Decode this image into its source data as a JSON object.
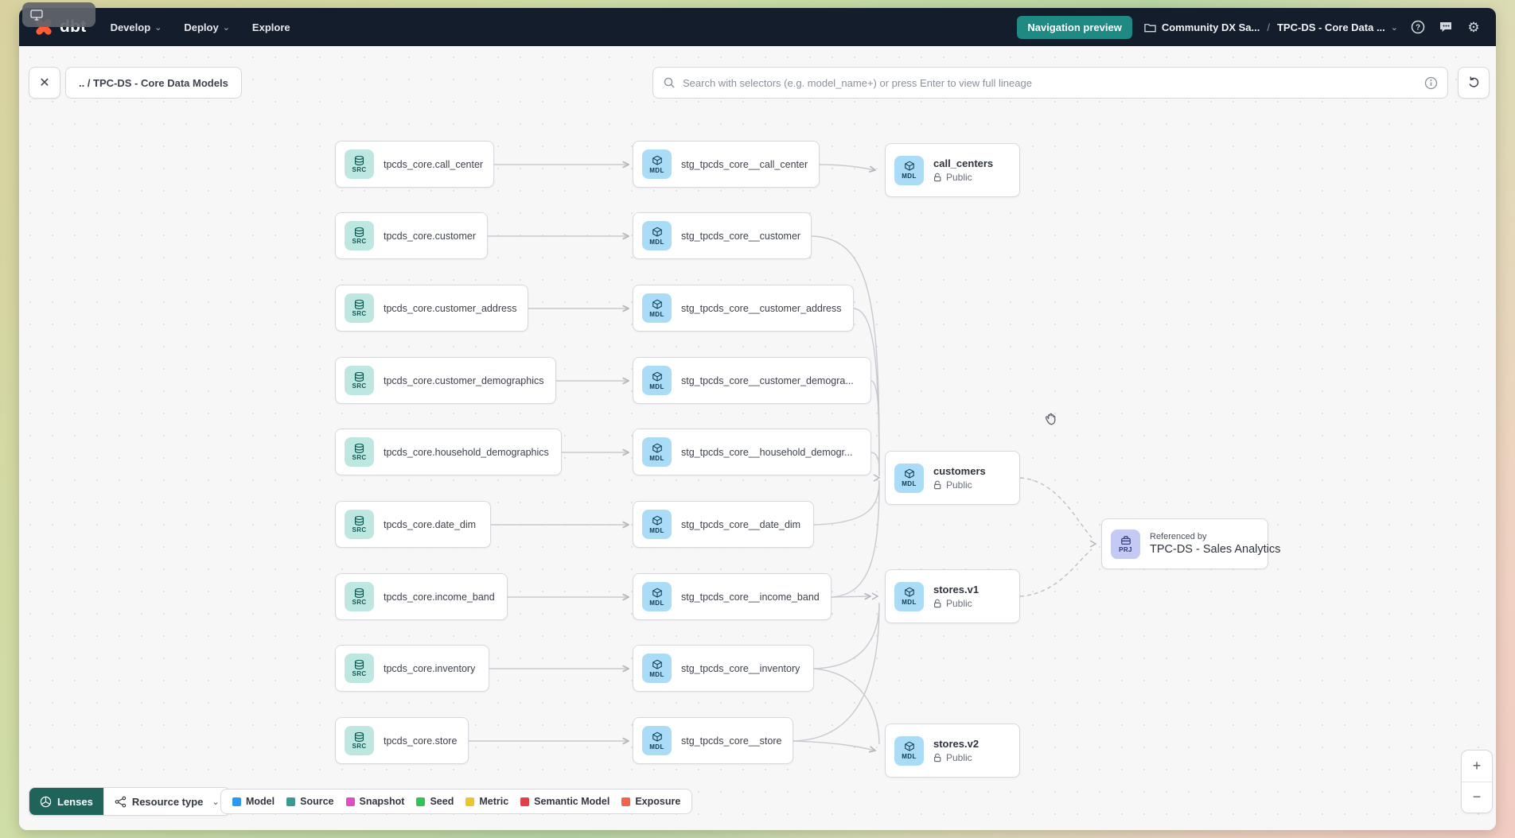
{
  "icons": {
    "close": "✕",
    "chevron_down": "⌄",
    "gear": "⚙",
    "breadcrumb_separator": "/"
  },
  "navbar": {
    "logo_text": "dbt",
    "menus": [
      {
        "label": "Develop",
        "has_chevron": true
      },
      {
        "label": "Deploy",
        "has_chevron": true
      },
      {
        "label": "Explore",
        "has_chevron": false
      }
    ],
    "preview_button_label": "Navigation preview",
    "account_label": "Community DX Sa...",
    "project_label": "TPC-DS - Core Data ..."
  },
  "toolbar": {
    "back_breadcrumb": ".. / TPC-DS - Core Data Models",
    "search_placeholder": "Search with selectors (e.g. model_name+) or press Enter to view full lineage"
  },
  "graph": {
    "badges": {
      "source": "SRC",
      "model": "MDL",
      "project": "PRJ"
    },
    "sources": [
      "tpcds_core.call_center",
      "tpcds_core.customer",
      "tpcds_core.customer_address",
      "tpcds_core.customer_demographics",
      "tpcds_core.household_demographics",
      "tpcds_core.date_dim",
      "tpcds_core.income_band",
      "tpcds_core.inventory",
      "tpcds_core.store"
    ],
    "staging": [
      "stg_tpcds_core__call_center",
      "stg_tpcds_core__customer",
      "stg_tpcds_core__customer_address",
      "stg_tpcds_core__customer_demogra...",
      "stg_tpcds_core__household_demogr...",
      "stg_tpcds_core__date_dim",
      "stg_tpcds_core__income_band",
      "stg_tpcds_core__inventory",
      "stg_tpcds_core__store"
    ],
    "marts": [
      {
        "name": "call_centers",
        "access": "Public"
      },
      {
        "name": "customers",
        "access": "Public"
      },
      {
        "name": "stores.v1",
        "access": "Public"
      },
      {
        "name": "stores.v2",
        "access": "Public"
      }
    ],
    "project_node": {
      "kicker": "Referenced by",
      "name": "TPC-DS - Sales Analytics"
    }
  },
  "footer": {
    "lenses_label": "Lenses",
    "resource_type_label": "Resource type",
    "legend": [
      {
        "label": "Model",
        "color": "#2b99f0"
      },
      {
        "label": "Source",
        "color": "#3a9a91"
      },
      {
        "label": "Snapshot",
        "color": "#e04ec4"
      },
      {
        "label": "Seed",
        "color": "#34c353"
      },
      {
        "label": "Metric",
        "color": "#eec62c"
      },
      {
        "label": "Semantic Model",
        "color": "#e13f49"
      },
      {
        "label": "Exposure",
        "color": "#f2634b"
      }
    ]
  },
  "zoom_controls": {
    "zoom_in": "+",
    "zoom_out": "−"
  },
  "colors": {
    "navbar_bg": "#141d2b",
    "accent_teal": "#1e8a83",
    "lenses_bg": "#1f635b"
  }
}
